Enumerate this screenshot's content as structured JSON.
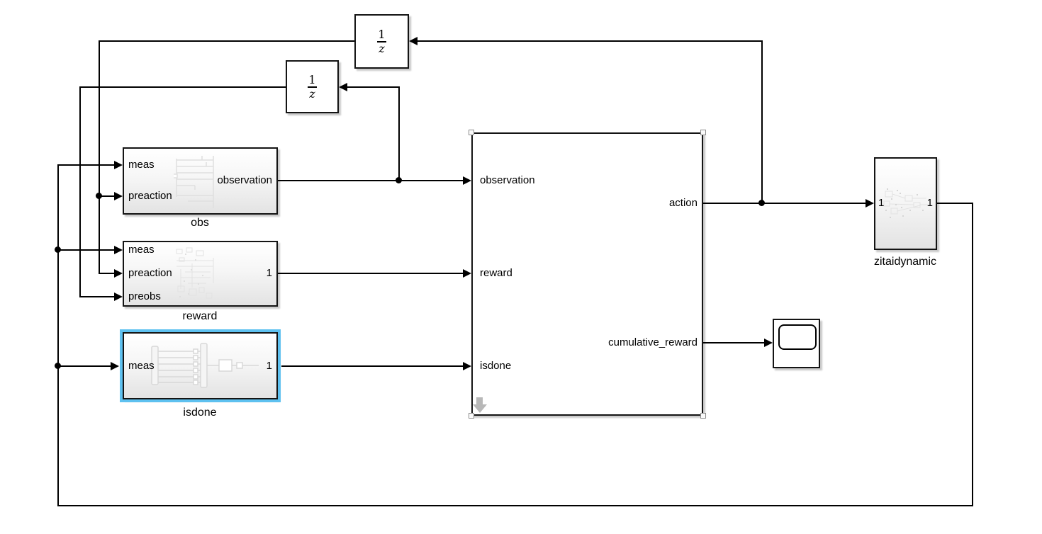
{
  "colors": {
    "selection": "#5ec1f0",
    "wire": "#000000",
    "thumbnail_gray": "#dcdcdc"
  },
  "unit_delay_top": {
    "numerator": "1",
    "denominator": "z"
  },
  "unit_delay_mid": {
    "numerator": "1",
    "denominator": "z"
  },
  "obs": {
    "name": "obs",
    "in_meas": "meas",
    "in_preaction": "preaction",
    "out_observation": "observation"
  },
  "reward": {
    "name": "reward",
    "in_meas": "meas",
    "in_preaction": "preaction",
    "in_preobs": "preobs",
    "out": "1"
  },
  "isdone": {
    "name": "isdone",
    "in_meas": "meas",
    "out": "1"
  },
  "agent": {
    "in_observation": "observation",
    "in_reward": "reward",
    "in_isdone": "isdone",
    "out_action": "action",
    "out_cumulative_reward": "cumulative_reward"
  },
  "zitaidynamic": {
    "name": "zitaidynamic",
    "in": "1",
    "out": "1"
  }
}
